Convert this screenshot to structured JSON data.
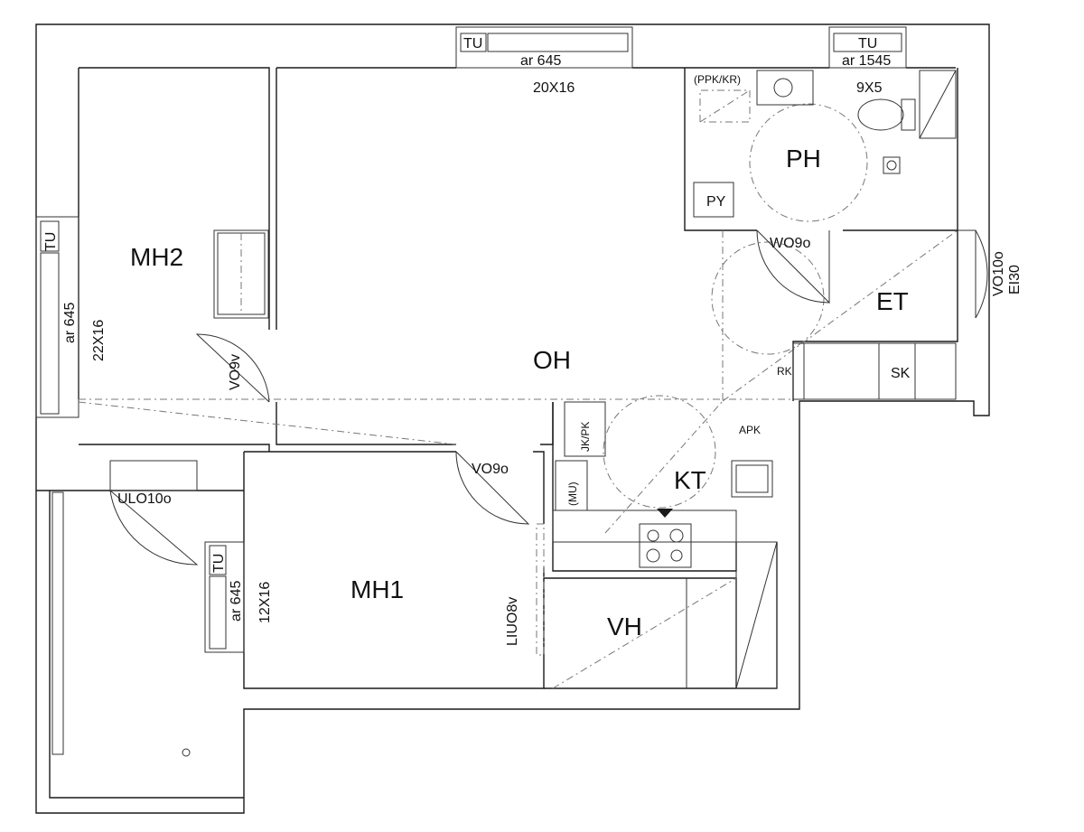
{
  "rooms": {
    "oh": "OH",
    "mh1": "MH1",
    "mh2": "MH2",
    "ph": "PH",
    "et": "ET",
    "kt": "KT",
    "vh": "VH"
  },
  "dimensions": {
    "oh": "20X16",
    "mh2": "22X16",
    "mh1": "12X16",
    "ph": "9X5"
  },
  "windows": {
    "tu": "TU",
    "top_left": "ar 645",
    "top_right": "ar 1545",
    "left": "ar 645",
    "mh1": "ar 645"
  },
  "doors": {
    "vo9v": "VO9v",
    "vo9o": "VO9o",
    "wo9o": "WO9o",
    "ulo10o": "ULO10o",
    "vo10o": "VO10o",
    "ei30": "EI30",
    "liuo8v": "LIUO8v"
  },
  "fixtures": {
    "ppk_kr": "(PPK/KR)",
    "py": "PY",
    "rk": "RK",
    "sk": "SK",
    "apk": "APK",
    "jk_pk": "JK/PK",
    "mu": "(MU)"
  }
}
